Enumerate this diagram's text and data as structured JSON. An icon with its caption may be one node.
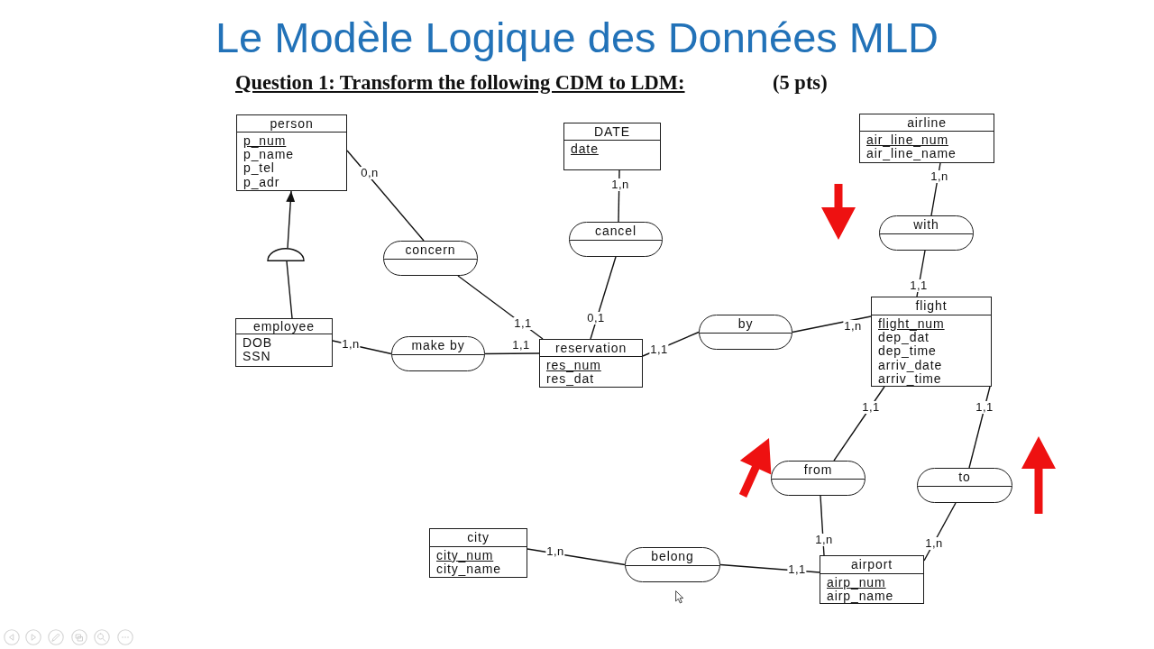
{
  "diagram": {
    "title": "Le Modèle Logique des Données MLD",
    "nodes": [
      {
        "text": [
          "person",
          "p_num",
          "p_name",
          "p_tel",
          "p_adr"
        ]
      },
      {
        "text": [
          "DATE",
          "date"
        ]
      },
      {
        "text": [
          "airline",
          "air_line_num",
          "air_line_name"
        ]
      },
      {
        "text": [
          "with"
        ]
      },
      {
        "text": [
          "concern"
        ]
      },
      {
        "text": [
          "cancel"
        ]
      },
      {
        "text": [],
        "shape": "semicircle"
      },
      {
        "text": [
          "flight",
          "flight_num",
          "dep_dat",
          "dep_time",
          "arriv_date",
          "arriv_time"
        ]
      },
      {
        "text": [
          "employee",
          "DOB",
          "SSN"
        ]
      },
      {
        "text": [
          "by"
        ]
      },
      {
        "text": [
          "make by"
        ]
      },
      {
        "text": [
          "reservation",
          "res_num",
          "res_dat"
        ]
      },
      {
        "text": [
          "from"
        ]
      },
      {
        "text": [
          "to"
        ]
      },
      {
        "text": [
          "city",
          "city_num",
          "city_name"
        ]
      },
      {
        "text": [
          "belong"
        ]
      },
      {
        "text": [
          "airport",
          "airp_num",
          "airp_name"
        ]
      }
    ],
    "edges": [
      {
        "from": 0,
        "to": 4,
        "arrow": "none",
        "label": "0,n"
      },
      {
        "from": 1,
        "to": 5,
        "arrow": "none",
        "label": "1,n"
      },
      {
        "from": 2,
        "to": 3,
        "arrow": "none",
        "label": "1,n"
      },
      {
        "from": 7,
        "to": 3,
        "arrow": "none",
        "label": "1,1"
      },
      {
        "from": 11,
        "to": 4,
        "arrow": "none",
        "label": "1,1"
      },
      {
        "from": 11,
        "to": 5,
        "arrow": "none",
        "label": "0,1"
      },
      {
        "from": 8,
        "to": 6,
        "arrow": "none"
      },
      {
        "from": 6,
        "to": 0,
        "arrow": "to"
      },
      {
        "from": 8,
        "to": 10,
        "arrow": "none",
        "label": "1,n"
      },
      {
        "from": 11,
        "to": 10,
        "arrow": "none",
        "label": "1,1"
      },
      {
        "from": 11,
        "to": 9,
        "arrow": "none",
        "label": "1,1"
      },
      {
        "from": 7,
        "to": 9,
        "arrow": "none",
        "label": "1,n"
      },
      {
        "from": 7,
        "to": 12,
        "arrow": "none",
        "label": "1,1"
      },
      {
        "from": 7,
        "to": 13,
        "arrow": "none",
        "label": "1,1"
      },
      {
        "from": 16,
        "to": 12,
        "arrow": "none",
        "label": "1,n"
      },
      {
        "from": 16,
        "to": 13,
        "arrow": "none",
        "label": "1,n"
      },
      {
        "from": 14,
        "to": 15,
        "arrow": "none",
        "label": "1,n"
      },
      {
        "from": 16,
        "to": 15,
        "arrow": "none",
        "label": "1,1"
      }
    ],
    "labels": [
      "Question 1: Transform the following CDM to LDM:",
      "(5 pts)"
    ]
  }
}
